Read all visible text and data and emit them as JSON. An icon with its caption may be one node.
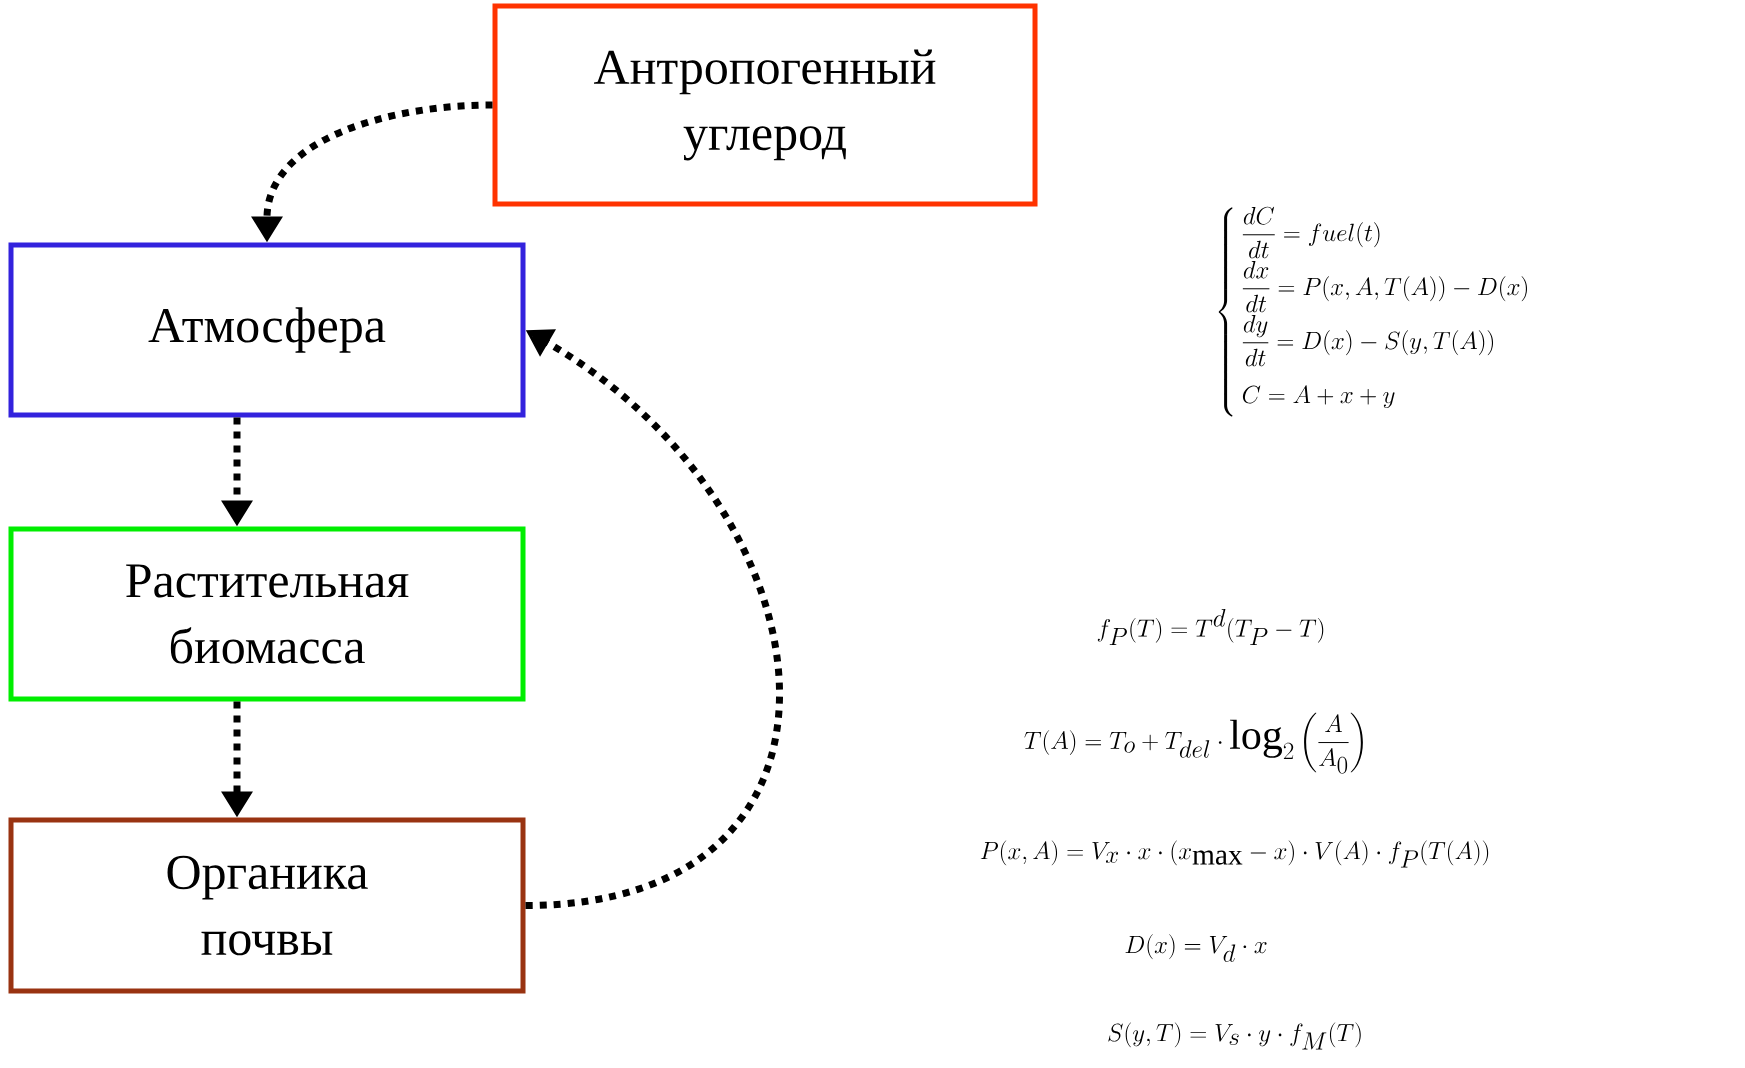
{
  "diagram": {
    "nodes": [
      {
        "text": [
          "Антропогенный углерод"
        ]
      },
      {
        "text": [
          "Атмосфера"
        ]
      },
      {
        "text": [
          "Растительная биомасса"
        ]
      },
      {
        "text": [
          "Органика почвы"
        ]
      }
    ],
    "edges": [
      {
        "from": 0,
        "to": 1,
        "arrow": "to"
      },
      {
        "from": 1,
        "to": 2,
        "arrow": "to"
      },
      {
        "from": 2,
        "to": 3,
        "arrow": "to"
      },
      {
        "from": 3,
        "to": 1,
        "arrow": "to"
      }
    ],
    "labels": [
      "\\left\\{\\begin{array}{l}\\dfrac{dC}{dt}=fuel(t)\\\\[4pt] \\dfrac{dx}{dt}=P(x,A,T(A))-D(x)\\\\[4pt] \\dfrac{dy}{dt}=D(x)-S(y,T(A))\\\\[4pt] C=A+x+y\\end{array}\\right.",
      "f_P(T)=T^d(T_P-T)",
      "T(A)=T_o+T_{del}\\cdot\\log_2\\left(\\dfrac{A}{A_0}\\right)",
      "P(x,A)=V_x\\cdot x\\cdot(x_{\\max}-x)\\cdot V(A)\\cdot f_P(T(A))",
      "D(x)=V_d\\cdot x",
      "S(y,T)=V_s\\cdot y\\cdot f_M(T)"
    ]
  }
}
